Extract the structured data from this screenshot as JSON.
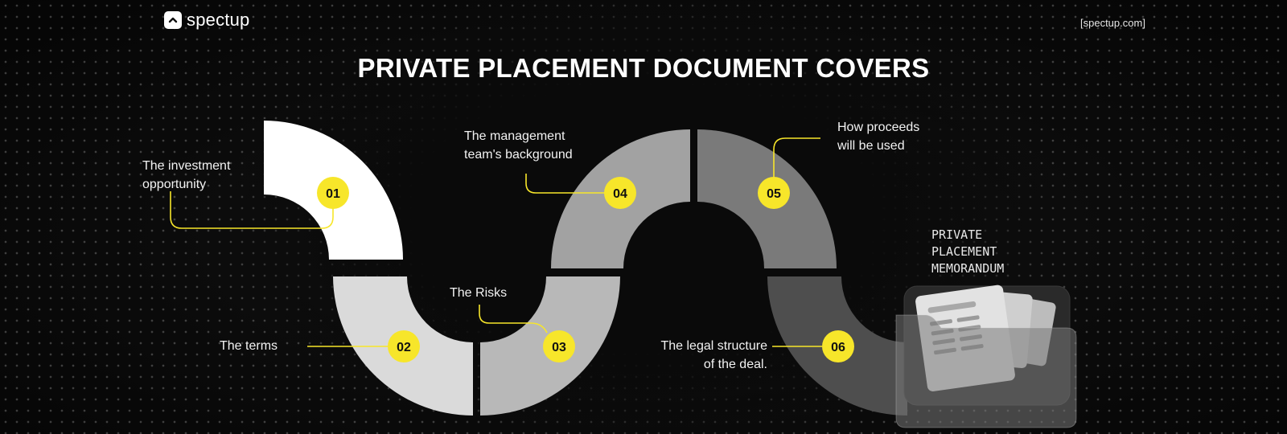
{
  "brand": {
    "name": "spectup",
    "site": "[spectup.com]"
  },
  "title": "PRIVATE PLACEMENT DOCUMENT COVERS",
  "steps": [
    {
      "number": "01",
      "label_lines": [
        "The investment",
        "opportunity"
      ]
    },
    {
      "number": "02",
      "label_lines": [
        "The terms"
      ]
    },
    {
      "number": "03",
      "label_lines": [
        "The Risks"
      ]
    },
    {
      "number": "04",
      "label_lines": [
        "The management",
        "team's background"
      ]
    },
    {
      "number": "05",
      "label_lines": [
        "How proceeds",
        "will be used"
      ]
    },
    {
      "number": "06",
      "label_lines": [
        "The legal structure",
        "of the deal."
      ]
    }
  ],
  "document": {
    "label_lines": [
      "PRIVATE",
      "PLACEMENT",
      "MEMORANDUM"
    ]
  },
  "colors": {
    "accent": "#f7e62a",
    "segment_01": "#ffffff",
    "segment_02": "#dadada",
    "segment_03": "#b8b8b8",
    "segment_04": "#a2a2a2",
    "segment_05": "#7a7a7a",
    "segment_06": "#4e4e4e"
  }
}
